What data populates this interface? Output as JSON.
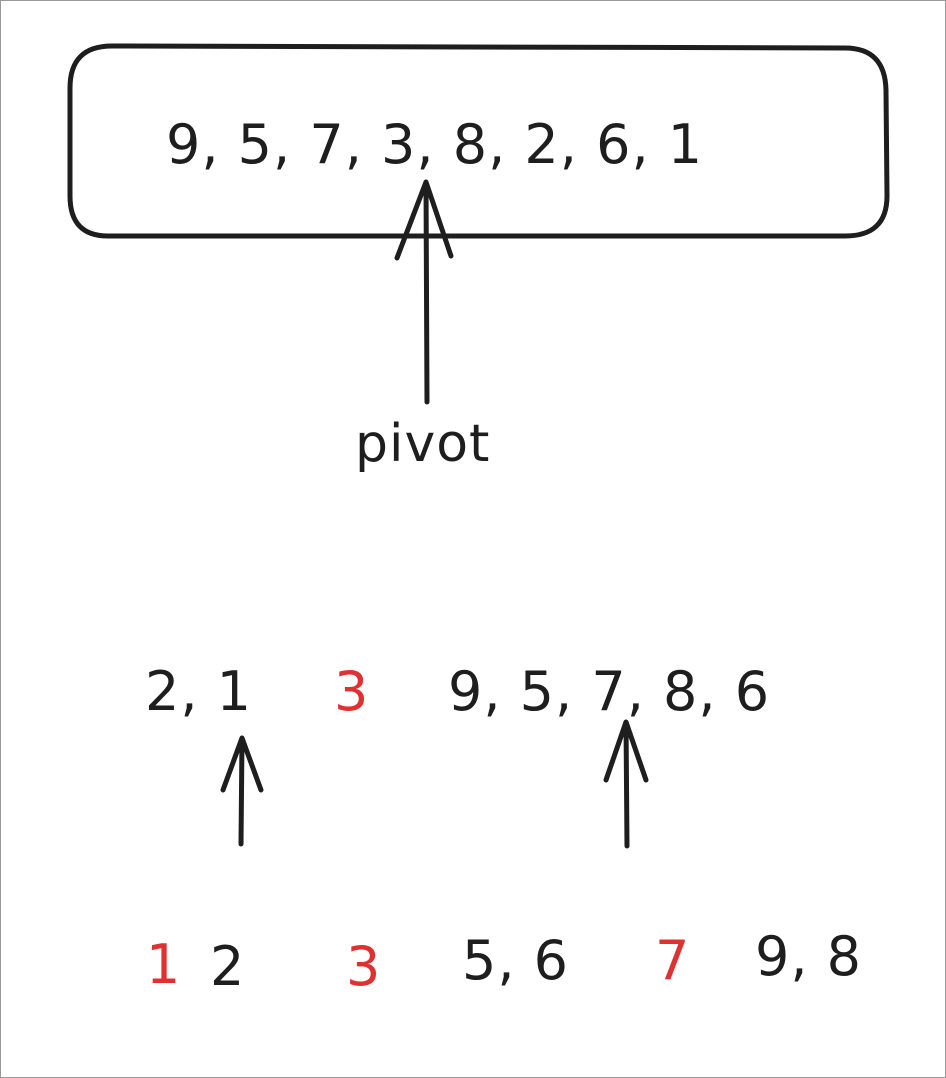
{
  "array_box": {
    "values": "9, 5, 7, 3, 8, 2, 6, 1"
  },
  "pivot_label": "pivot",
  "step1": {
    "left": "2, 1",
    "pivot": "3",
    "right": "9, 5, 7, 8, 6"
  },
  "step2": {
    "a": "1",
    "b": "2",
    "c": "3",
    "d": "5, 6",
    "e": "7",
    "f": "9, 8"
  },
  "colors": {
    "ink": "#1e1e1e",
    "pivot_highlight": "#e03131"
  }
}
